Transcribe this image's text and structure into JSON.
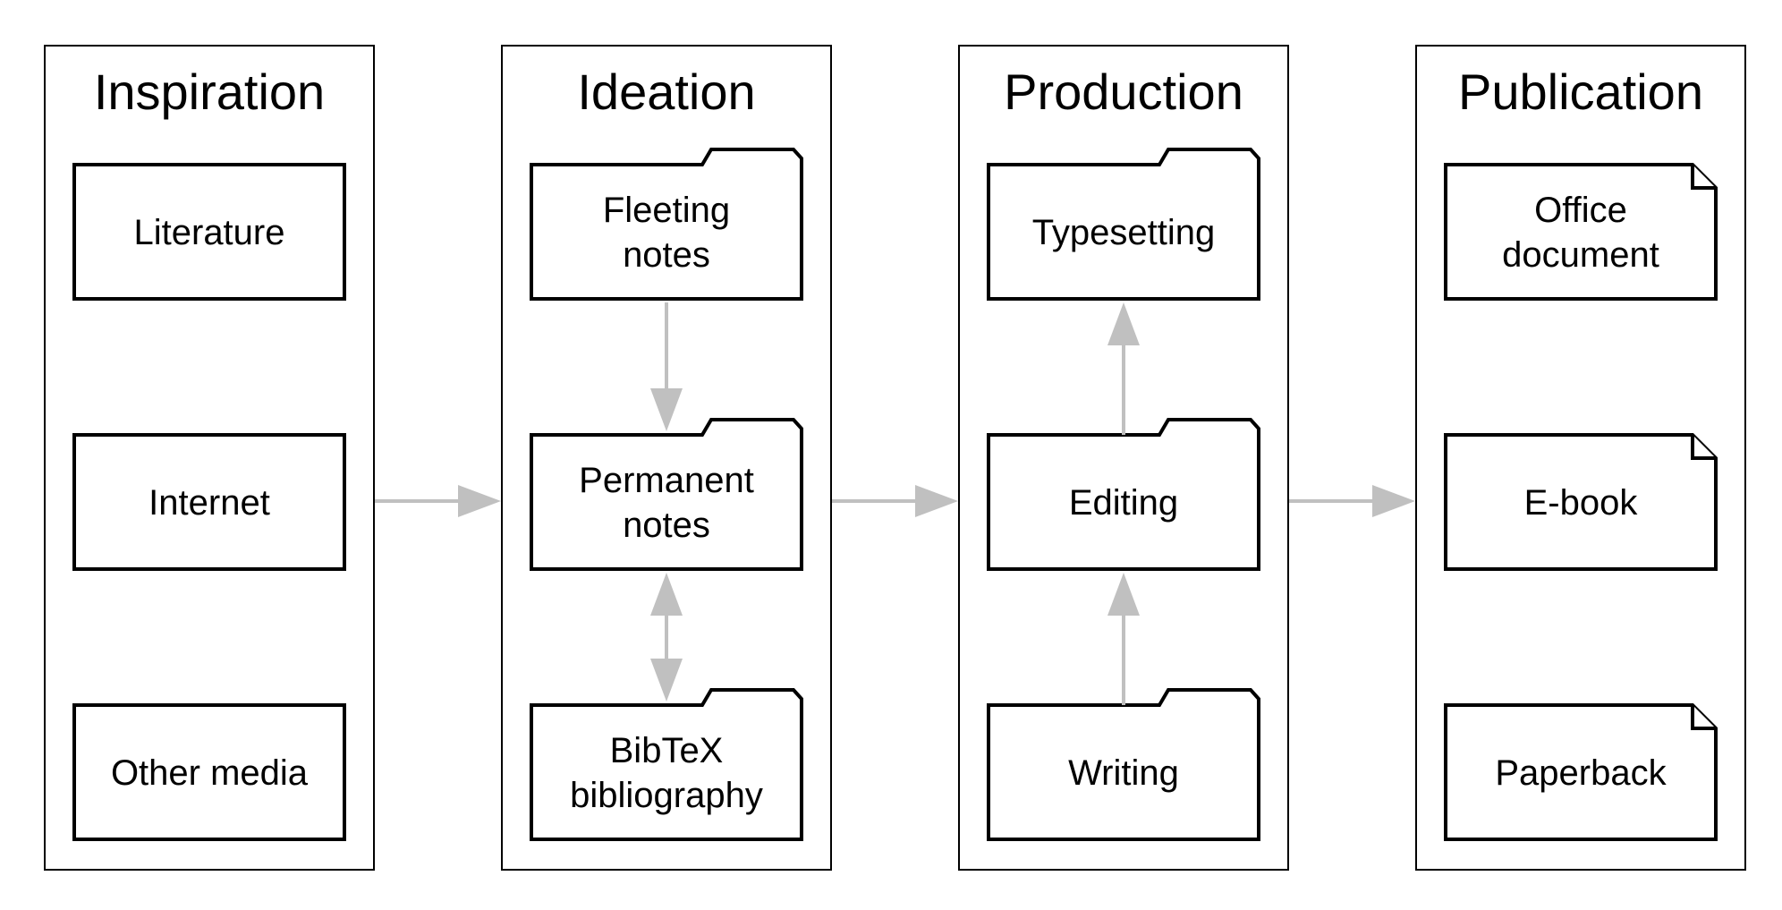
{
  "diagram": {
    "colors": {
      "stroke": "#000000",
      "fill": "#ffffff",
      "arrow": "#c0c0c0",
      "background": "#ffffff"
    },
    "lanes": [
      {
        "id": "inspiration",
        "title": "Inspiration",
        "nodes": [
          {
            "id": "literature",
            "shape": "rectangle",
            "lines": [
              "Literature"
            ]
          },
          {
            "id": "internet",
            "shape": "rectangle",
            "lines": [
              "Internet"
            ]
          },
          {
            "id": "other-media",
            "shape": "rectangle",
            "lines": [
              "Other media"
            ]
          }
        ]
      },
      {
        "id": "ideation",
        "title": "Ideation",
        "nodes": [
          {
            "id": "fleeting-notes",
            "shape": "folder",
            "lines": [
              "Fleeting",
              "notes"
            ]
          },
          {
            "id": "permanent-notes",
            "shape": "folder",
            "lines": [
              "Permanent",
              "notes"
            ]
          },
          {
            "id": "bibtex-bibliography",
            "shape": "folder",
            "lines": [
              "BibTeX",
              "bibliography"
            ]
          }
        ]
      },
      {
        "id": "production",
        "title": "Production",
        "nodes": [
          {
            "id": "typesetting",
            "shape": "folder",
            "lines": [
              "Typesetting"
            ]
          },
          {
            "id": "editing",
            "shape": "folder",
            "lines": [
              "Editing"
            ]
          },
          {
            "id": "writing",
            "shape": "folder",
            "lines": [
              "Writing"
            ]
          }
        ]
      },
      {
        "id": "publication",
        "title": "Publication",
        "nodes": [
          {
            "id": "office-document",
            "shape": "document",
            "lines": [
              "Office",
              "document"
            ]
          },
          {
            "id": "e-book",
            "shape": "document",
            "lines": [
              "E-book"
            ]
          },
          {
            "id": "paperback",
            "shape": "document",
            "lines": [
              "Paperback"
            ]
          }
        ]
      }
    ],
    "edges": [
      {
        "from": "inspiration",
        "to": "ideation",
        "kind": "lane",
        "bidirectional": false
      },
      {
        "from": "ideation",
        "to": "production",
        "kind": "lane",
        "bidirectional": false
      },
      {
        "from": "production",
        "to": "publication",
        "kind": "lane",
        "bidirectional": false
      },
      {
        "from": "fleeting-notes",
        "to": "permanent-notes",
        "kind": "node",
        "bidirectional": false
      },
      {
        "from": "permanent-notes",
        "to": "bibtex-bibliography",
        "kind": "node",
        "bidirectional": true
      },
      {
        "from": "editing",
        "to": "typesetting",
        "kind": "node",
        "bidirectional": false
      },
      {
        "from": "writing",
        "to": "editing",
        "kind": "node",
        "bidirectional": false
      }
    ]
  }
}
